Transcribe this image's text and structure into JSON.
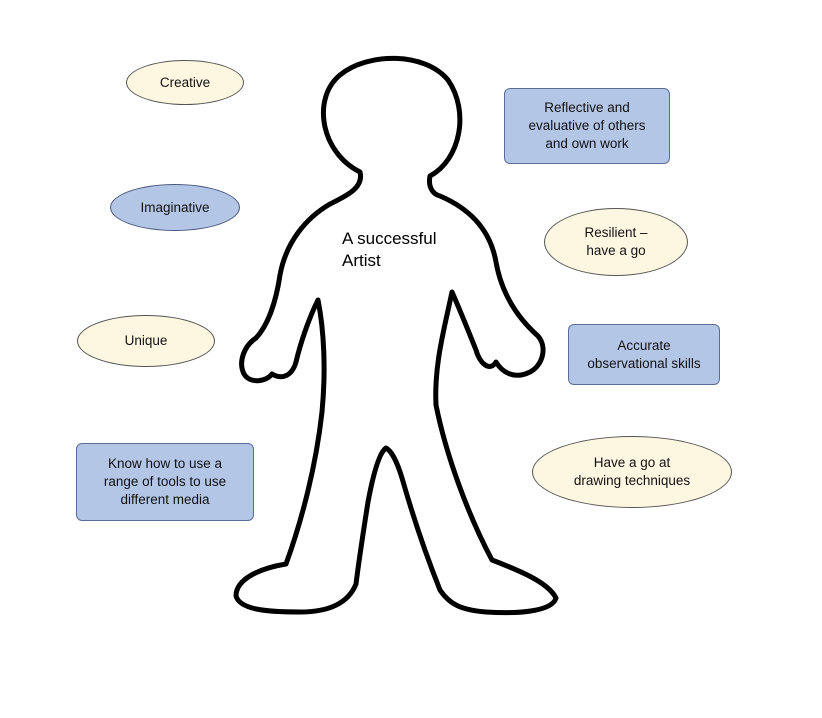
{
  "colors": {
    "cream": "#fdf7e2",
    "blue": "#b4c6e6",
    "outline": "#000000"
  },
  "center": {
    "text": "A successful\nArtist"
  },
  "labels": {
    "creative": "Creative",
    "imaginative": "Imaginative",
    "unique": "Unique",
    "tools": "Know how to use a\nrange of tools to use\ndifferent media",
    "reflective": "Reflective and\nevaluative of others\nand own work",
    "resilient": "Resilient –\nhave a go",
    "accurate": "Accurate\nobservational skills",
    "have_a_go": "Have a go at\ndrawing techniques"
  },
  "icons": {
    "figure": "person-outline-icon"
  }
}
